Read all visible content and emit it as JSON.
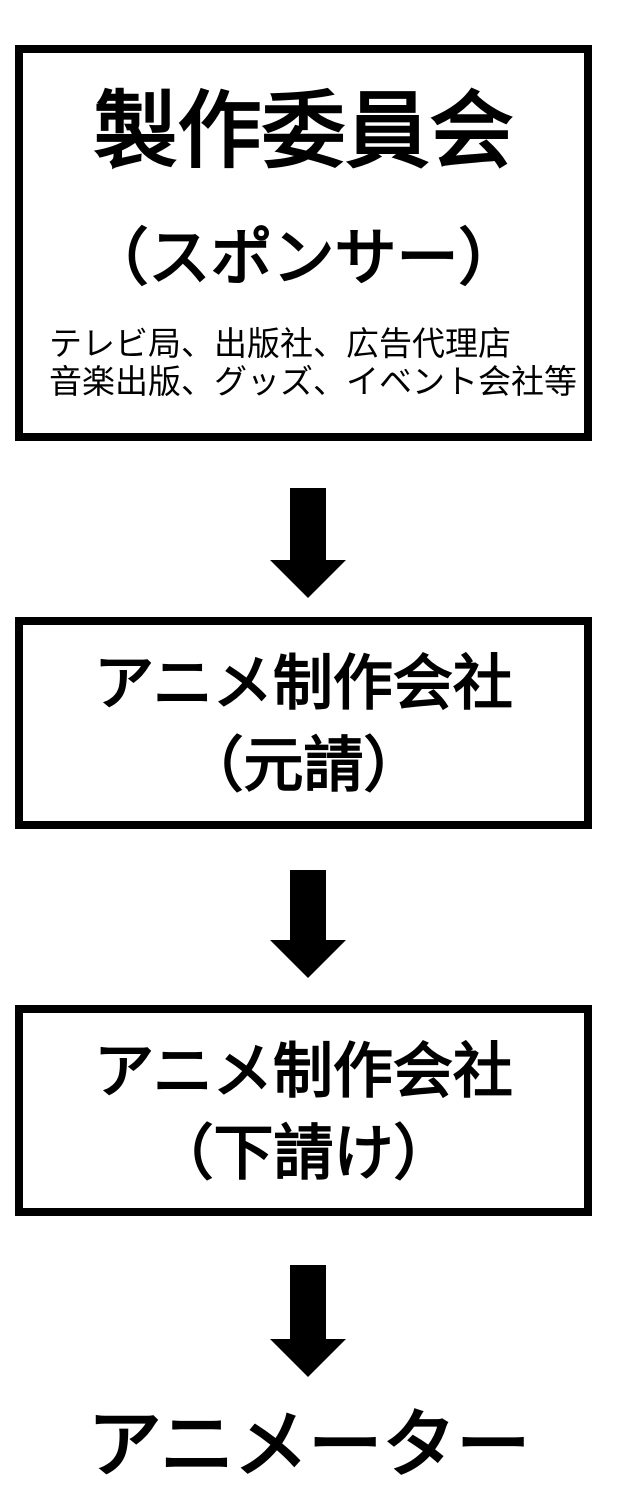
{
  "nodes": [
    {
      "title": "製作委員会",
      "subtitle": "（スポンサー）",
      "details": [
        "テレビ局、出版社、広告代理店",
        "音楽出版、グッズ、イベント会社等"
      ]
    },
    {
      "lines": [
        "アニメ制作会社",
        "（元請）"
      ]
    },
    {
      "lines": [
        "アニメ制作会社",
        "（下請け）"
      ]
    },
    {
      "title": "アニメーター"
    }
  ]
}
